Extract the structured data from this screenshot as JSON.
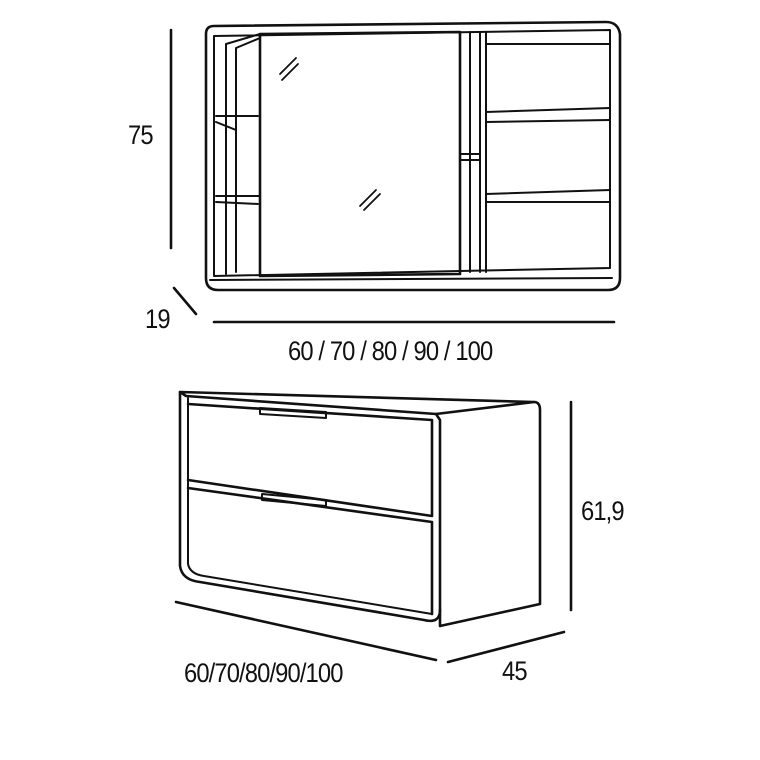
{
  "mirror_cabinet": {
    "height_label": "75",
    "depth_label": "19",
    "width_label": "60 / 70 / 80 / 90 / 100"
  },
  "base_unit": {
    "height_label": "61,9",
    "width_label": "60/70/80/90/100",
    "depth_label": "45"
  },
  "colors": {
    "line": "#111111",
    "background": "#ffffff"
  }
}
